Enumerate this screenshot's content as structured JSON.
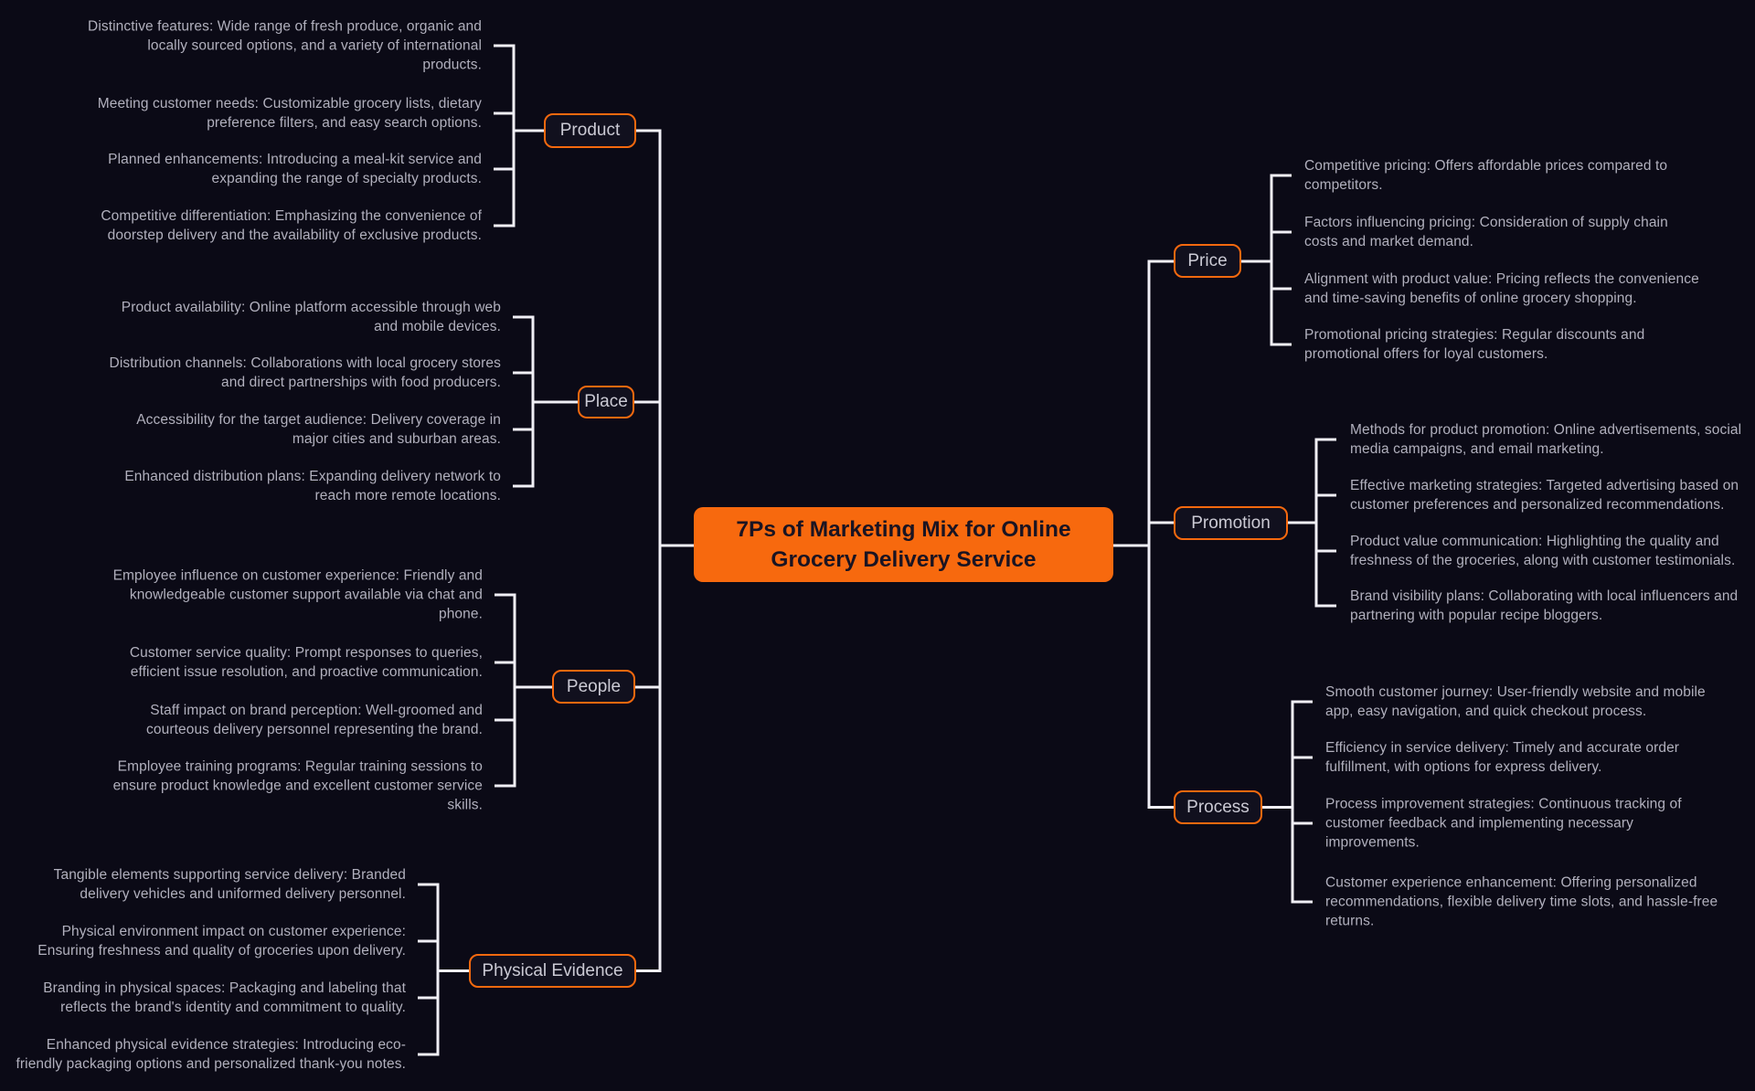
{
  "title": "7Ps of Marketing Mix for Online\nGrocery Delivery Service",
  "colors": {
    "background": "#0b0a16",
    "accent_orange": "#f7690e",
    "connector_line": "#f0eff5",
    "branch_label_text": "#cbcad4",
    "leaf_text": "#b1b0bd",
    "central_text": "#1a1422"
  },
  "branches": [
    {
      "label": "Product",
      "side": "left",
      "leaves": [
        "Distinctive features: Wide range of fresh produce, organic and\nlocally sourced options, and a variety of international\nproducts.",
        "Meeting customer needs: Customizable grocery lists, dietary\npreference filters, and easy search options.",
        "Planned enhancements: Introducing a meal-kit service and\nexpanding the range of specialty products.",
        "Competitive differentiation: Emphasizing the convenience of\ndoorstep delivery and the availability of exclusive products."
      ]
    },
    {
      "label": "Place",
      "side": "left",
      "leaves": [
        "Product availability: Online platform accessible through web\nand mobile devices.",
        "Distribution channels: Collaborations with local grocery stores\nand direct partnerships with food producers.",
        "Accessibility for the target audience: Delivery coverage in\nmajor cities and suburban areas.",
        "Enhanced distribution plans: Expanding delivery network to\nreach more remote locations."
      ]
    },
    {
      "label": "People",
      "side": "left",
      "leaves": [
        "Employee influence on customer experience: Friendly and\nknowledgeable customer support available via chat and\nphone.",
        "Customer service quality: Prompt responses to queries,\nefficient issue resolution, and proactive communication.",
        "Staff impact on brand perception: Well-groomed and\ncourteous delivery personnel representing the brand.",
        "Employee training programs: Regular training sessions to\nensure product knowledge and excellent customer service\nskills."
      ]
    },
    {
      "label": "Physical Evidence",
      "side": "left",
      "leaves": [
        "Tangible elements supporting service delivery: Branded\ndelivery vehicles and uniformed delivery personnel.",
        "Physical environment impact on customer experience:\nEnsuring freshness and quality of groceries upon delivery.",
        "Branding in physical spaces: Packaging and labeling that\nreflects the brand's identity and commitment to quality.",
        "Enhanced physical evidence strategies: Introducing eco-\nfriendly packaging options and personalized thank-you notes."
      ]
    },
    {
      "label": "Price",
      "side": "right",
      "leaves": [
        "Competitive pricing: Offers affordable prices compared to\ncompetitors.",
        "Factors influencing pricing: Consideration of supply chain\ncosts and market demand.",
        "Alignment with product value: Pricing reflects the convenience\nand time-saving benefits of online grocery shopping.",
        "Promotional pricing strategies: Regular discounts and\npromotional offers for loyal customers."
      ]
    },
    {
      "label": "Promotion",
      "side": "right",
      "leaves": [
        "Methods for product promotion: Online advertisements, social\nmedia campaigns, and email marketing.",
        "Effective marketing strategies: Targeted advertising based on\ncustomer preferences and personalized recommendations.",
        "Product value communication: Highlighting the quality and\nfreshness of the groceries, along with customer testimonials.",
        "Brand visibility plans: Collaborating with local influencers and\npartnering with popular recipe bloggers."
      ]
    },
    {
      "label": "Process",
      "side": "right",
      "leaves": [
        "Smooth customer journey: User-friendly website and mobile\napp, easy navigation, and quick checkout process.",
        "Efficiency in service delivery: Timely and accurate order\nfulfillment, with options for express delivery.",
        "Process improvement strategies: Continuous tracking of\ncustomer feedback and implementing necessary\nimprovements.",
        "Customer experience enhancement: Offering personalized\nrecommendations, flexible delivery time slots, and hassle-free\nreturns."
      ]
    }
  ]
}
